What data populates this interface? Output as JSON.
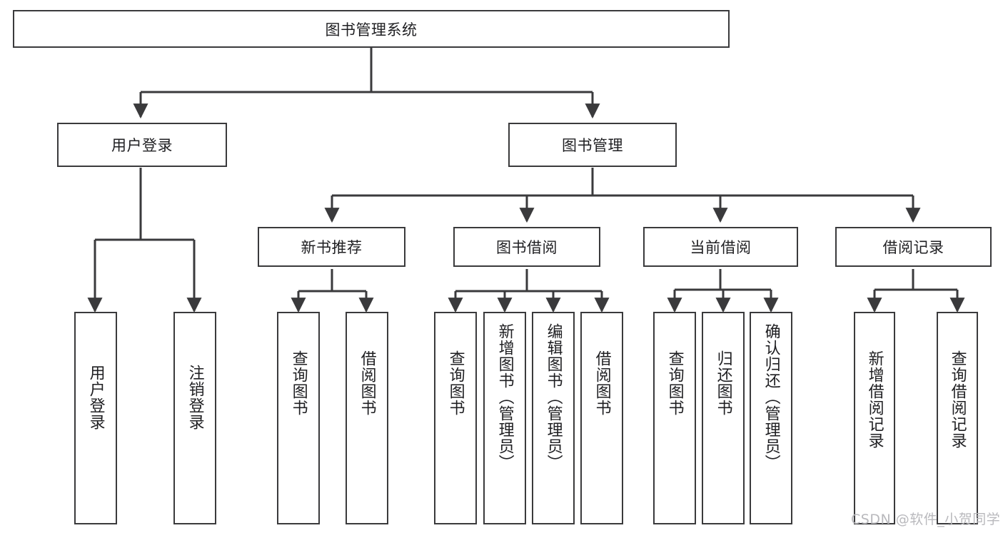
{
  "diagram": {
    "type": "tree-hierarchy-chart",
    "title": "图书管理系统",
    "stroke_color": "#3a3a3c",
    "background_color": "#ffffff",
    "levels": {
      "root": {
        "label": "图书管理系统"
      },
      "level2": [
        {
          "label": "用户登录"
        },
        {
          "label": "图书管理"
        }
      ],
      "level3": [
        {
          "label": "新书推荐"
        },
        {
          "label": "图书借阅"
        },
        {
          "label": "当前借阅"
        },
        {
          "label": "借阅记录"
        }
      ],
      "leaves_user_login": [
        {
          "label": "用户登录"
        },
        {
          "label": "注销登录"
        }
      ],
      "leaves_new_books": [
        {
          "label": "查询图书"
        },
        {
          "label": "借阅图书"
        }
      ],
      "leaves_book_borrow": [
        {
          "label": "查询图书"
        },
        {
          "label": "新增图书（管理员）"
        },
        {
          "label": "编辑图书（管理员）"
        },
        {
          "label": "借阅图书"
        }
      ],
      "leaves_current_borrow": [
        {
          "label": "查询图书"
        },
        {
          "label": "归还图书"
        },
        {
          "label": "确认归还（管理员）"
        }
      ],
      "leaves_borrow_record": [
        {
          "label": "新增借阅记录"
        },
        {
          "label": "查询借阅记录"
        }
      ]
    }
  },
  "watermark": {
    "text": "CSDN @软件_小贺同学",
    "color": "#b9b9bd"
  }
}
